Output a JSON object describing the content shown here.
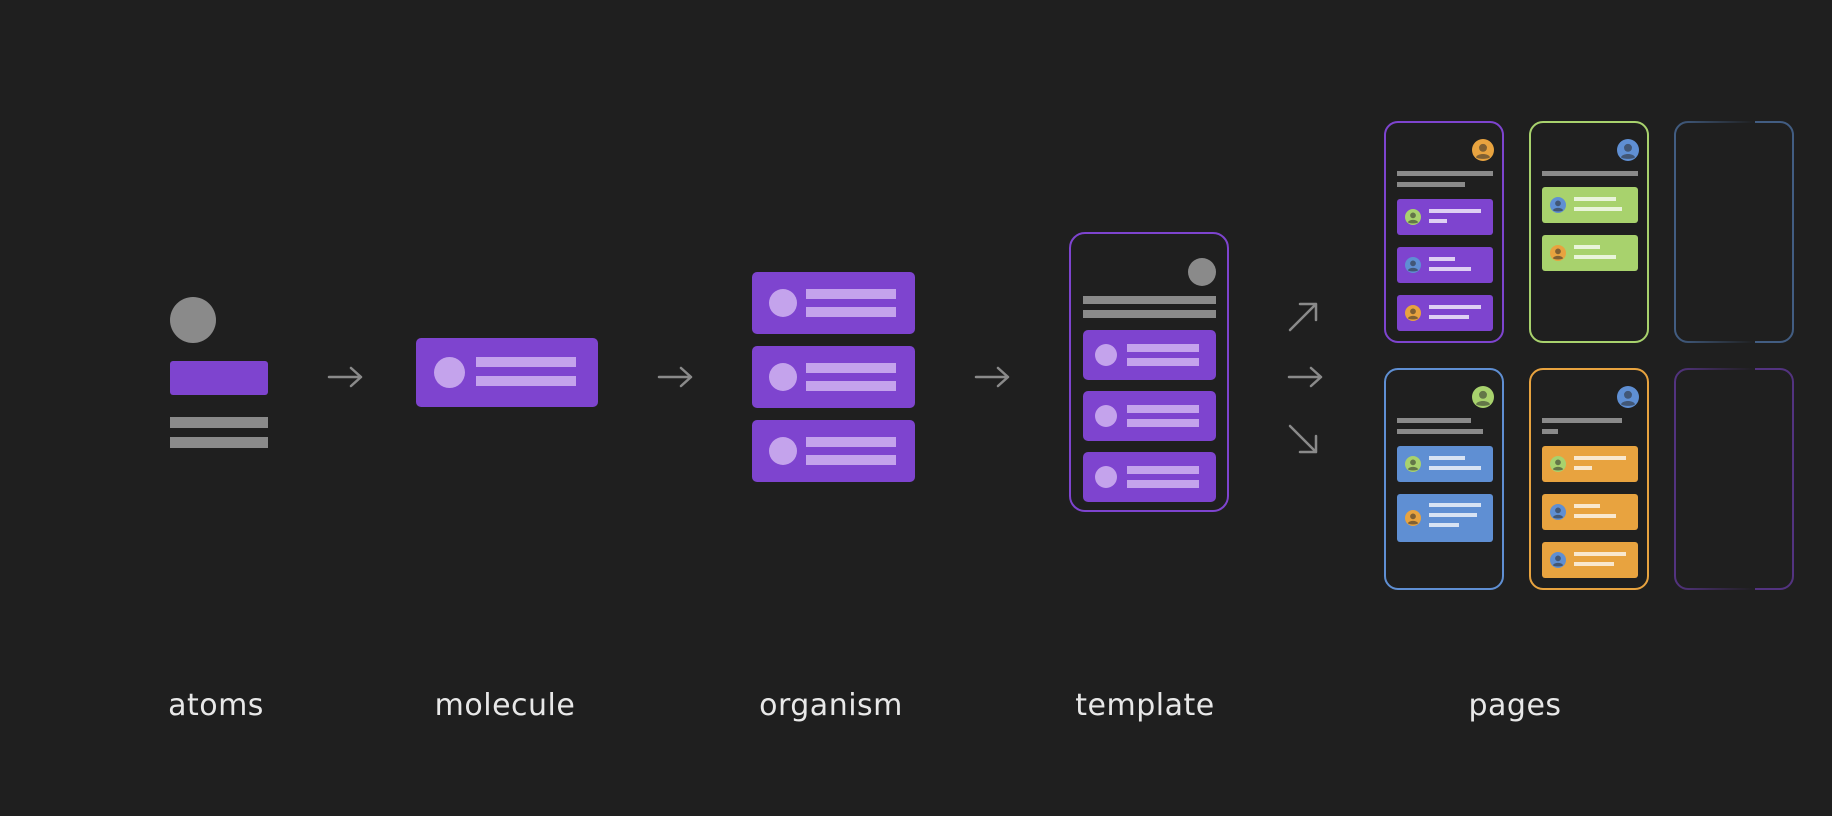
{
  "stages": {
    "atoms": "atoms",
    "molecule": "molecule",
    "organism": "organism",
    "template": "template",
    "pages": "pages"
  },
  "colors": {
    "background": "#1f1f1f",
    "purple": "#7e44cf",
    "purple_light": "#c4a3ec",
    "gray": "#8a8a8a",
    "green": "#a8d26d",
    "blue": "#5f8fd3",
    "orange": "#e8a33f",
    "arrow": "#8a8a8a"
  },
  "icons": {
    "arrow": "arrow-right-icon",
    "branch_up": "arrow-up-right-icon",
    "branch_down": "arrow-down-right-icon",
    "avatar": "user-avatar-icon"
  }
}
